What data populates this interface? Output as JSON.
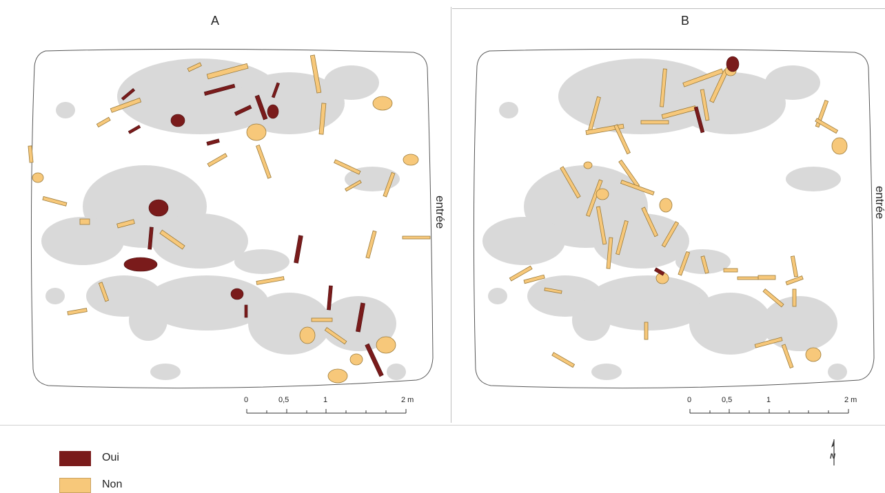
{
  "panels": [
    {
      "title": "A",
      "side_label": "entrée"
    },
    {
      "title": "B",
      "side_label": "entrée"
    }
  ],
  "scale_bar": {
    "labels": [
      "0",
      "0,5",
      "1",
      "2 m"
    ]
  },
  "legend": [
    {
      "label": "Oui",
      "color": "#7a1b1b"
    },
    {
      "label": "Non",
      "color": "#f7c87a"
    }
  ],
  "colors": {
    "background_remains": "#d9d9d9",
    "outline": "#555555",
    "bone_outline": "#9a7a3a"
  },
  "north_arrow": {
    "label": "N"
  }
}
